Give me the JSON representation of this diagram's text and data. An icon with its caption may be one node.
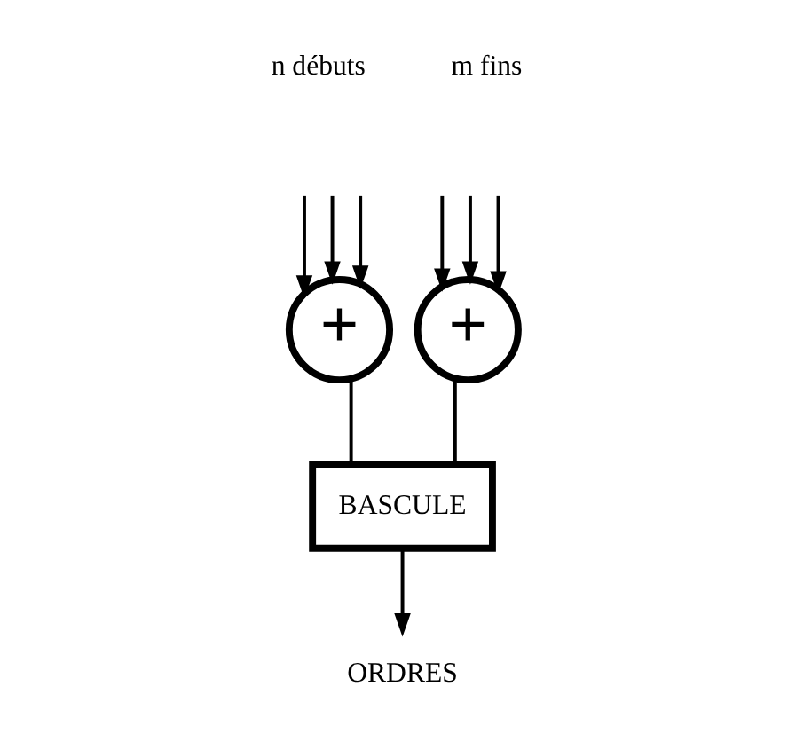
{
  "diagram": {
    "nodes": [
      {
        "text": [
          "+"
        ]
      },
      {
        "text": [
          "+"
        ]
      },
      {
        "text": [
          "BASCULE"
        ]
      },
      {
        "text": [
          "ORDRES"
        ]
      }
    ],
    "edges": [
      {
        "from": null,
        "to": 0,
        "arrow": "to"
      },
      {
        "from": null,
        "to": 0,
        "arrow": "to"
      },
      {
        "from": null,
        "to": 0,
        "arrow": "to"
      },
      {
        "from": null,
        "to": 1,
        "arrow": "to"
      },
      {
        "from": null,
        "to": 1,
        "arrow": "to"
      },
      {
        "from": null,
        "to": 1,
        "arrow": "to"
      },
      {
        "from": 0,
        "to": 2,
        "arrow": "none"
      },
      {
        "from": 1,
        "to": 2,
        "arrow": "none"
      },
      {
        "from": 2,
        "to": 3,
        "arrow": "to"
      }
    ],
    "labels": [
      "n débuts",
      "m fins"
    ]
  }
}
